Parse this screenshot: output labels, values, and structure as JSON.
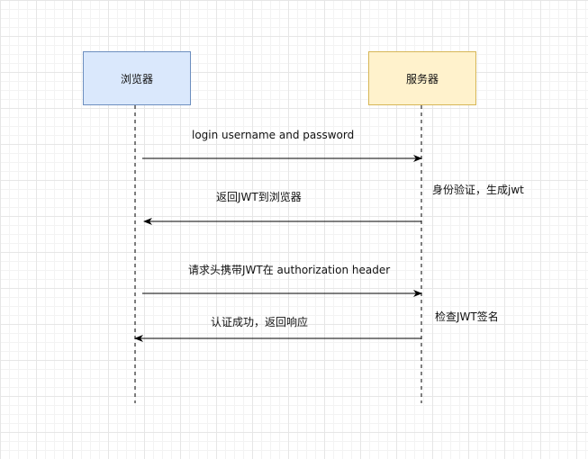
{
  "actors": {
    "browser": {
      "label": "浏览器",
      "fill": "#dae8fc",
      "stroke": "#6c8ebf"
    },
    "server": {
      "label": "服务器",
      "fill": "#fff2cc",
      "stroke": "#d6b656"
    }
  },
  "messages": [
    {
      "label": "login username and password",
      "direction": "browser-to-server"
    },
    {
      "label": "返回JWT到浏览器",
      "direction": "server-to-browser"
    },
    {
      "label": "请求头携带JWT在 authorization header",
      "direction": "browser-to-server"
    },
    {
      "label": "认证成功，返回响应",
      "direction": "server-to-browser"
    }
  ],
  "notes": [
    {
      "label": "身份验证，生成jwt"
    },
    {
      "label": "检查JWT签名"
    }
  ],
  "colors": {
    "line": "#000000",
    "grid": "#e6e6e6"
  }
}
